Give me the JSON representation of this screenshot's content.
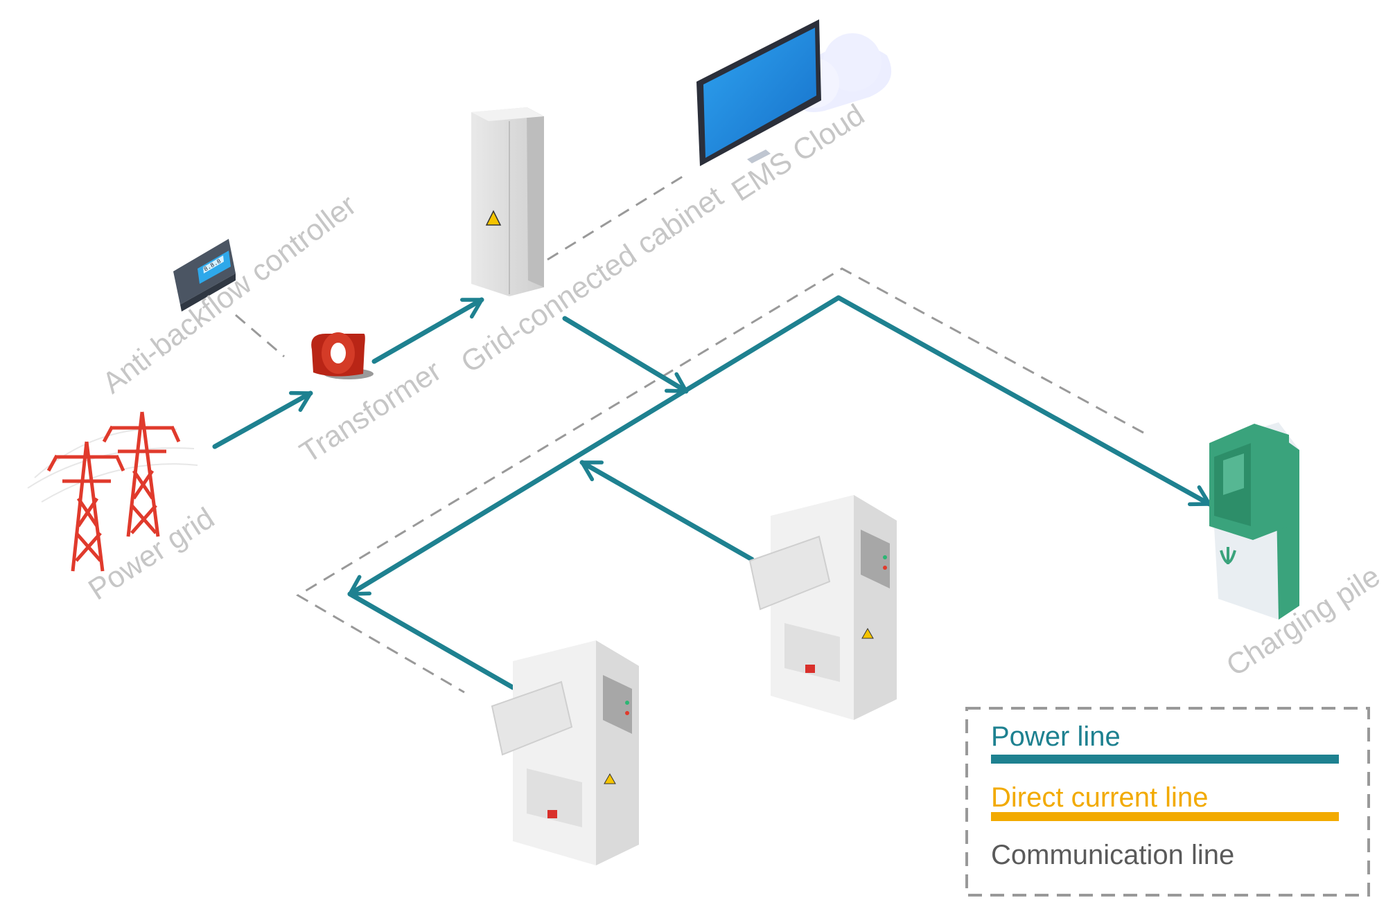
{
  "labels": {
    "anti_backflow": "Anti-backflow controller",
    "power_grid": "Power grid",
    "transformer": "Transformer",
    "grid_cabinet": "Grid-connected cabinet",
    "ems_cloud": "EMS Cloud",
    "charging_pile": "Charging pile"
  },
  "meter_display": "8.8.8",
  "legend": {
    "power_line": "Power line",
    "dc_line": "Direct current line",
    "comm_line": "Communication line"
  },
  "colors": {
    "power_line": "#1e8190",
    "dc_line": "#f2aa00",
    "comm_line": "#999999",
    "label": "#c6c6c6",
    "tower": "#e03a2c",
    "transformer": "#b92516",
    "charger_green": "#3aa37c",
    "screen": "#1f8fe6"
  }
}
